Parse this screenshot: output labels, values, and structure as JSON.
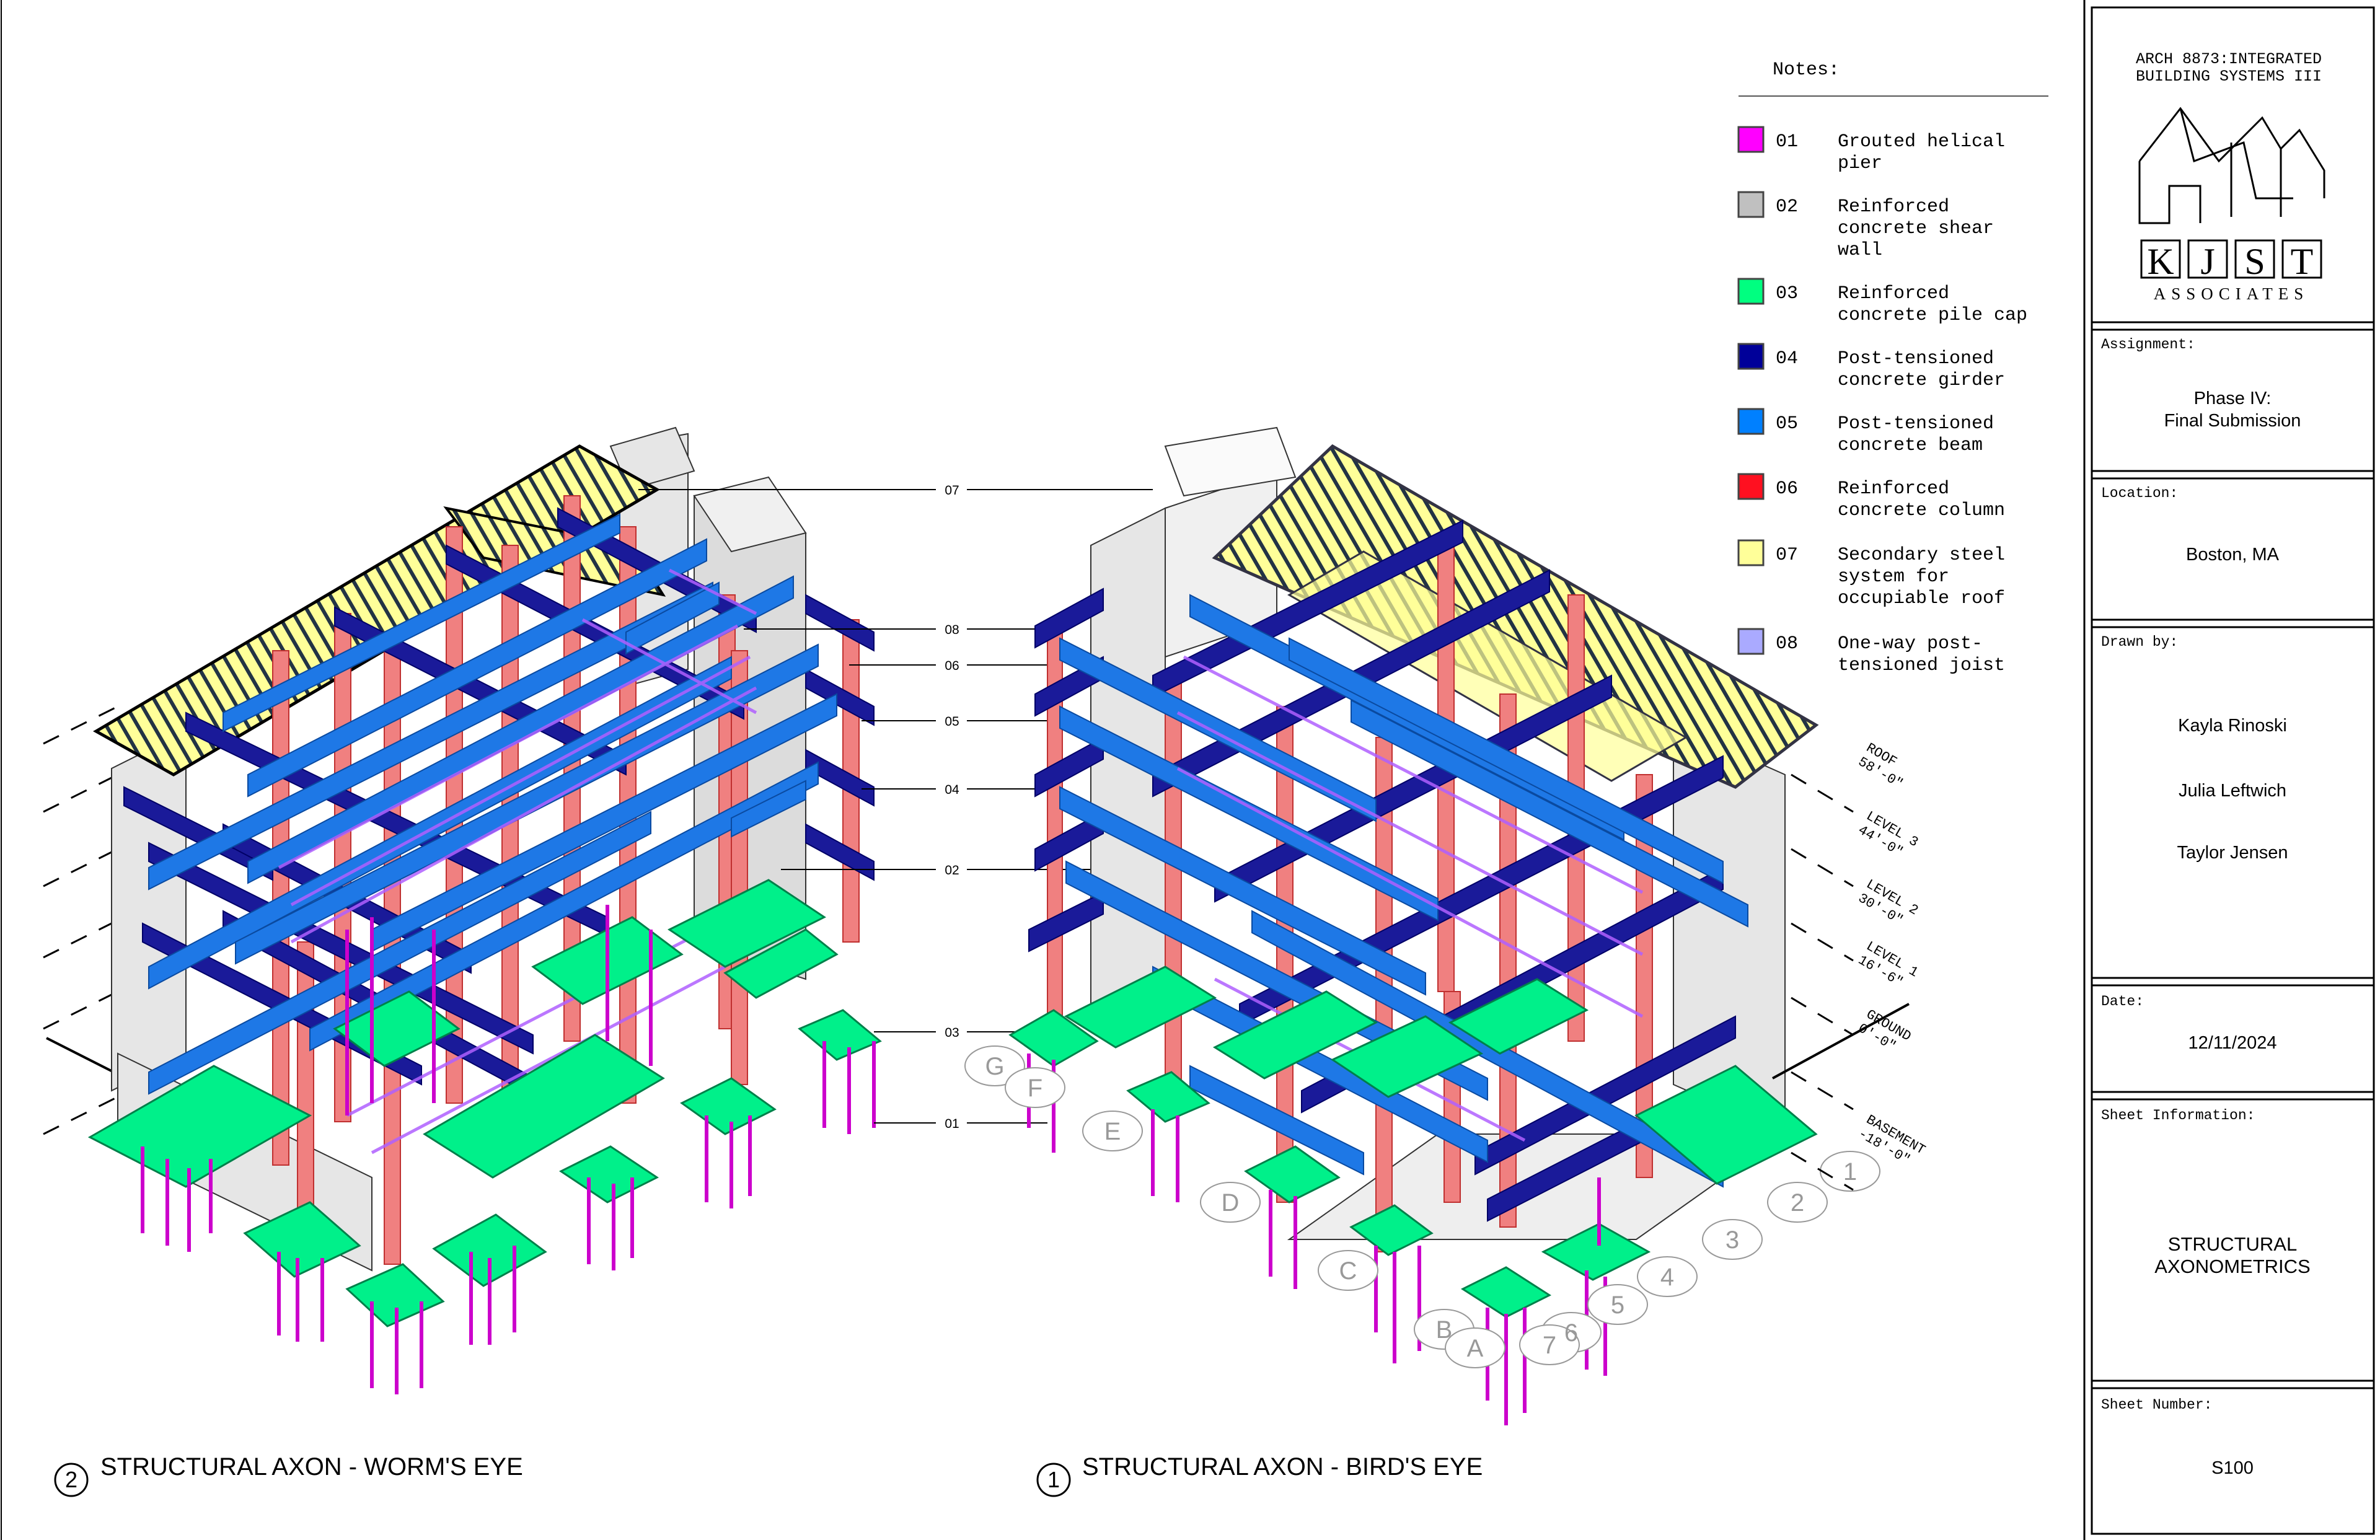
{
  "notes": {
    "heading": "Notes:",
    "items": [
      {
        "num": "01",
        "lines": [
          "Grouted helical",
          "pier"
        ],
        "color": "#ff00ff"
      },
      {
        "num": "02",
        "lines": [
          "Reinforced",
          "concrete shear",
          "wall"
        ],
        "color": "#c0c0c0"
      },
      {
        "num": "03",
        "lines": [
          "Reinforced",
          "concrete pile cap"
        ],
        "color": "#00ff80"
      },
      {
        "num": "04",
        "lines": [
          "Post-tensioned",
          "concrete girder"
        ],
        "color": "#000099"
      },
      {
        "num": "05",
        "lines": [
          "Post-tensioned",
          "concrete beam"
        ],
        "color": "#0080ff"
      },
      {
        "num": "06",
        "lines": [
          "Reinforced",
          "concrete column"
        ],
        "color": "#ff1020"
      },
      {
        "num": "07",
        "lines": [
          "Secondary steel",
          "system for",
          "occupiable roof"
        ],
        "color": "#ffff99"
      },
      {
        "num": "08",
        "lines": [
          "One-way post-",
          "tensioned joist"
        ],
        "color": "#aaaaff"
      }
    ]
  },
  "title_block": {
    "course": [
      "ARCH 8873:INTEGRATED",
      "BUILDING SYSTEMS III"
    ],
    "logo_letters": [
      "K",
      "J",
      "S",
      "T"
    ],
    "logo_sub": "ASSOCIATES",
    "assignment_label": "Assignment:",
    "assignment_value": [
      "Phase IV:",
      "Final Submission"
    ],
    "location_label": "Location:",
    "location_value": "Boston, MA",
    "drawn_label": "Drawn by:",
    "drawn_names": [
      "Kayla Rinoski",
      "Julia Leftwich",
      "Taylor Jensen"
    ],
    "date_label": "Date:",
    "date_value": "12/11/2024",
    "sheet_info_label": "Sheet Information:",
    "sheet_info_value": [
      "STRUCTURAL",
      "AXONOMETRICS"
    ],
    "sheet_number_label": "Sheet Number:",
    "sheet_number_value": "S100"
  },
  "views": [
    {
      "num": "2",
      "title": "STRUCTURAL AXON - WORM'S EYE"
    },
    {
      "num": "1",
      "title": "STRUCTURAL AXON - BIRD'S EYE"
    }
  ],
  "callouts": [
    "07",
    "08",
    "06",
    "05",
    "04",
    "02",
    "03",
    "01"
  ],
  "levels": [
    {
      "name": "ROOF",
      "elev": "58'-0\""
    },
    {
      "name": "LEVEL 3",
      "elev": "44'-0\""
    },
    {
      "name": "LEVEL 2",
      "elev": "30'-0\""
    },
    {
      "name": "LEVEL 1",
      "elev": "16'-6\""
    },
    {
      "name": "GROUND",
      "elev": "0'-0\""
    },
    {
      "name": "BASEMENT",
      "elev": "-18'-0\""
    }
  ],
  "grid_letters": [
    "G",
    "F",
    "E",
    "D",
    "C",
    "B",
    "A"
  ],
  "grid_numbers": [
    "1",
    "2",
    "3",
    "4",
    "5",
    "6",
    "7"
  ]
}
